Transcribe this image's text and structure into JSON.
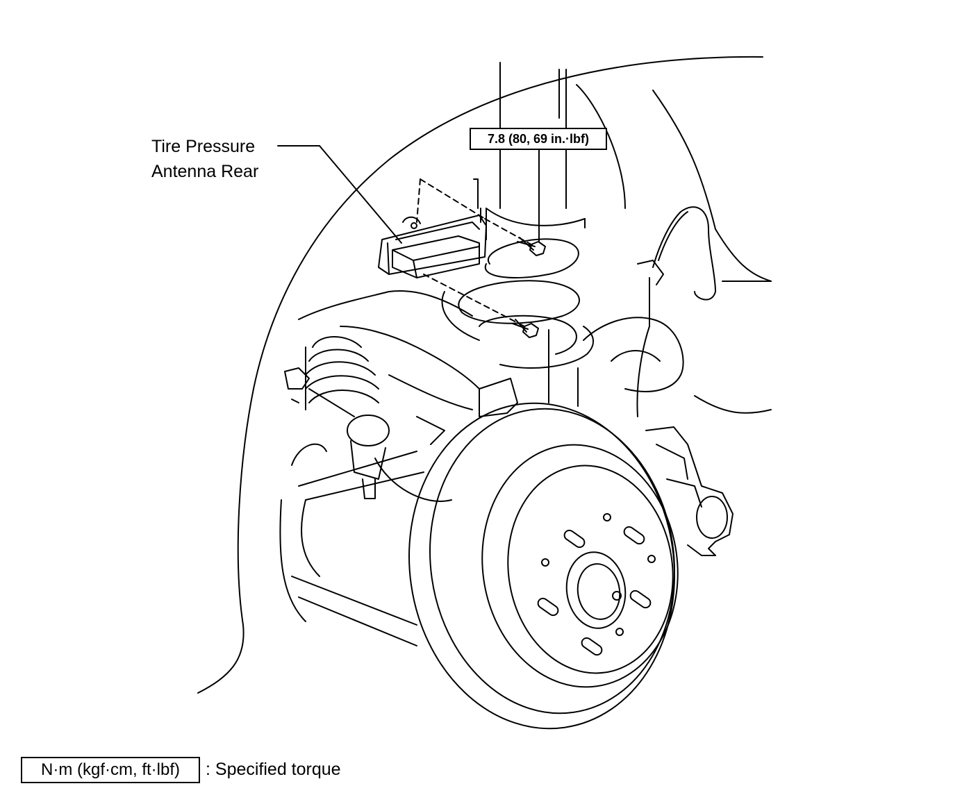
{
  "labels": {
    "part_line1": "Tire Pressure",
    "part_line2": "Antenna Rear",
    "torque": "7.8 (80, 69 in.·lbf)"
  },
  "legend": {
    "unit": "N·m (kgf·cm, ft·lbf)",
    "description": ": Specified torque"
  }
}
